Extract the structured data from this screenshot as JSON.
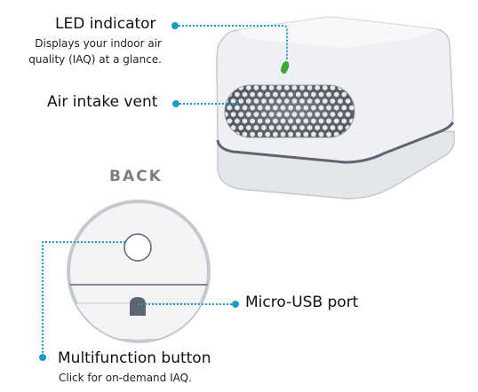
{
  "callouts": {
    "led": {
      "title": "LED indicator",
      "desc_line1": "Displays your indoor air",
      "desc_line2": "quality (IAQ) at a glance."
    },
    "intake": {
      "title": "Air intake vent"
    },
    "usb": {
      "title": "Micro-USB port"
    },
    "button": {
      "title": "Multifunction button",
      "desc": "Click for on-demand IAQ."
    }
  },
  "back_label": "BACK",
  "colors": {
    "accent": "#1a9bc8",
    "led": "#3aa935",
    "body": "#eef0f3",
    "outline": "#c5c9cf",
    "groove": "#5f6570",
    "vent": "#5a5f68",
    "text": "#111111",
    "back_label": "#7a7f87"
  }
}
